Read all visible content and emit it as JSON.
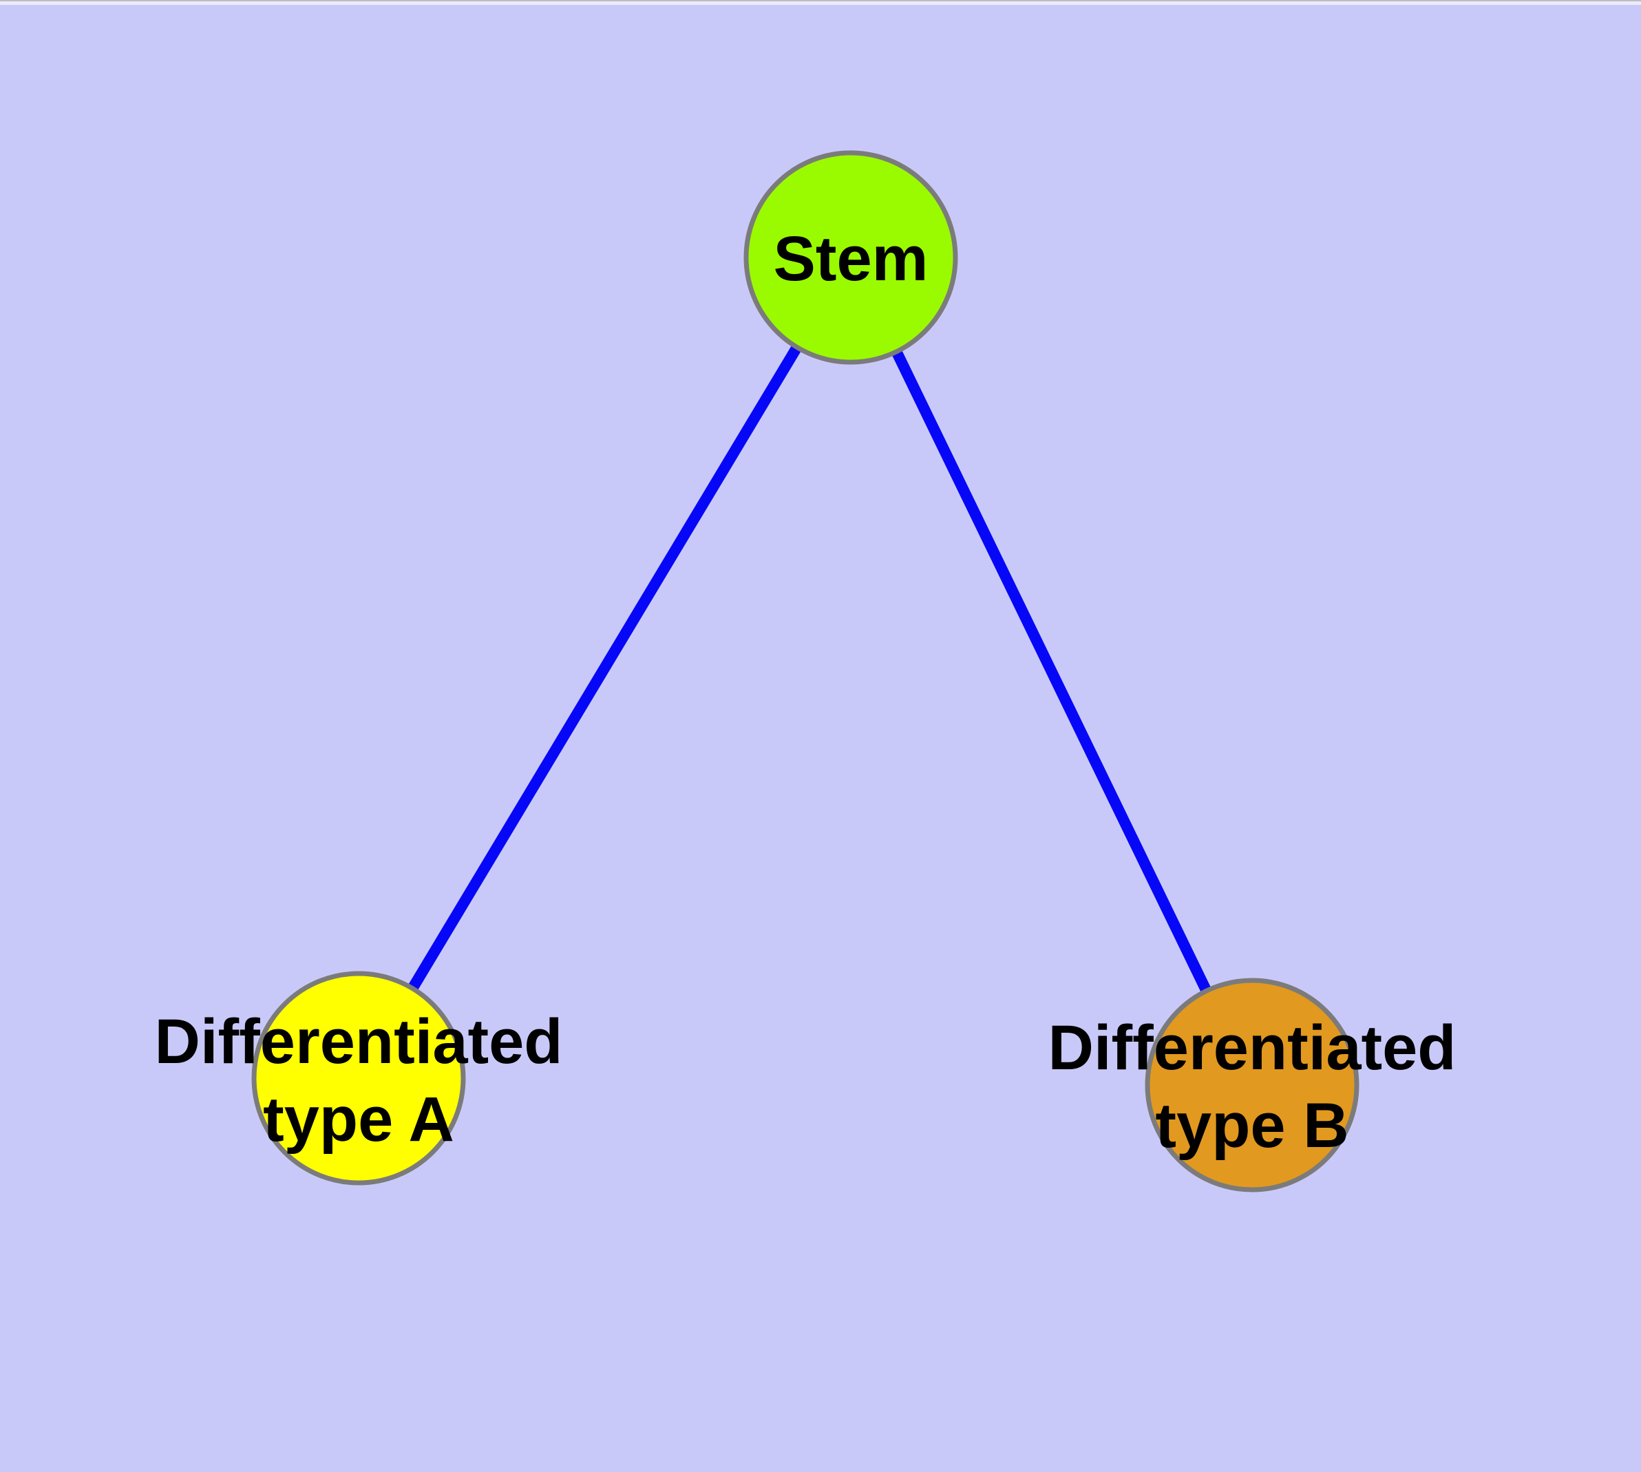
{
  "diagram": {
    "type": "node-link-graph",
    "background_color": "#C9C9F9",
    "top_edge_line_color": "#9B9BA4",
    "top_edge_strip_color": "#EBEBFB",
    "edge_color": "#0707F8",
    "node_border_color": "#7B7B7B",
    "text_color": "#000000",
    "nodes": [
      {
        "id": "stem",
        "label": "Stem",
        "fill": "#9AFB00"
      },
      {
        "id": "differentiated-type-a",
        "label": "Differentiated type A",
        "label_line1": "Differentiated",
        "label_line2": "type A",
        "fill": "#FFFF00"
      },
      {
        "id": "differentiated-type-b",
        "label": "Differentiated type B",
        "label_line1": "Differentiated",
        "label_line2": "type B",
        "fill": "#E2991F"
      }
    ],
    "edges": [
      {
        "from": "stem",
        "to": "differentiated-type-a"
      },
      {
        "from": "stem",
        "to": "differentiated-type-b"
      }
    ]
  }
}
